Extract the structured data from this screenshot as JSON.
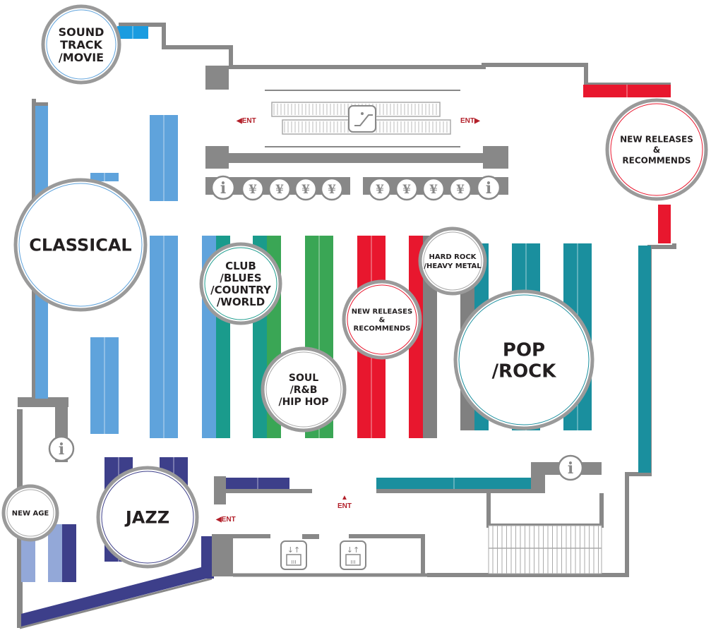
{
  "map": {
    "colors": {
      "wall": "#888888",
      "classical": "#5fa3dc",
      "soundtrack": "#1a9ce0",
      "club": "#1a9b8c",
      "soul": "#3aa655",
      "new_releases": "#e8172e",
      "hard_rock": "#808080",
      "pop_rock": "#1a8f9e",
      "jazz": "#3d3f8a",
      "new_age": "#93a8d8",
      "entrance": "#b3202a"
    },
    "sections": {
      "soundtrack": [
        "SOUND",
        "TRACK",
        "/MOVIE"
      ],
      "classical": [
        "CLASSICAL"
      ],
      "new_releases_right": [
        "NEW RELEASES",
        "&",
        "RECOMMENDS"
      ],
      "club": [
        "CLUB",
        "/BLUES",
        "/COUNTRY",
        "/WORLD"
      ],
      "soul": [
        "SOUL",
        "/R&B",
        "/HIP HOP"
      ],
      "new_releases_center": [
        "NEW RELEASES",
        "&",
        "RECOMMENDS"
      ],
      "hard_rock": [
        "HARD ROCK",
        "/HEAVY METAL"
      ],
      "pop_rock": [
        "POP",
        "/ROCK"
      ],
      "jazz": [
        "JAZZ"
      ],
      "new_age": [
        "NEW AGE"
      ]
    },
    "entrances": {
      "escalator_left": "◀ENT",
      "escalator_right": "ENT▶",
      "bottom_left": "◀ENT",
      "bottom_center_arrow": "▲",
      "bottom_center": "ENT"
    },
    "icons": {
      "info": "i",
      "register": "¥"
    }
  }
}
